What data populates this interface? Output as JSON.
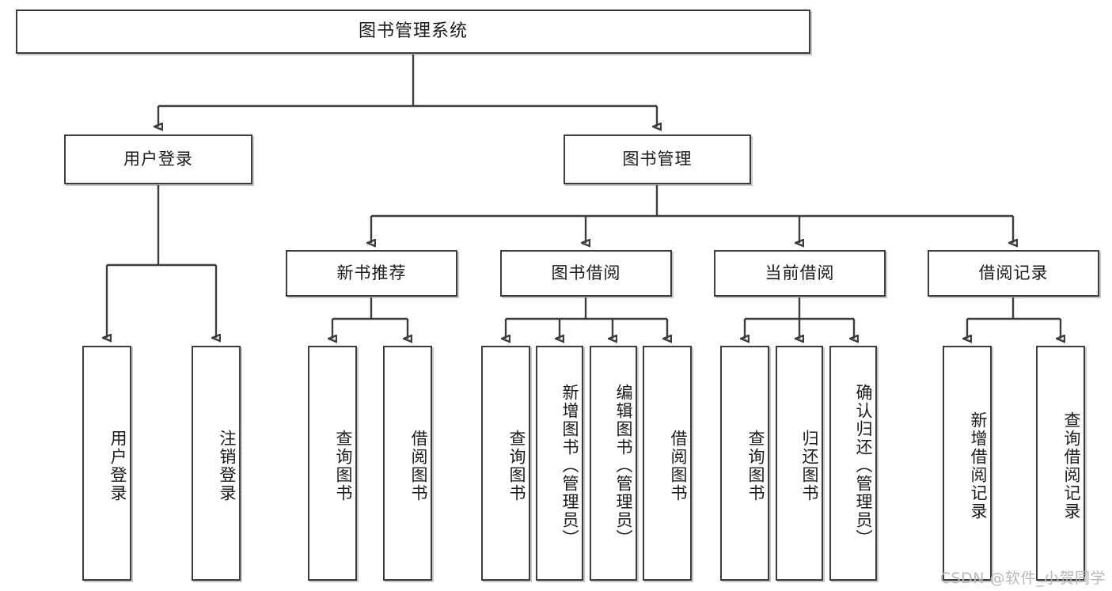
{
  "diagram": {
    "title_node": {
      "label": "图书管理系统"
    },
    "level2": [
      {
        "id": "user-login",
        "label": "用户登录"
      },
      {
        "id": "book-management",
        "label": "图书管理"
      }
    ],
    "level3": [
      {
        "id": "new-book-recommend",
        "label": "新书推荐"
      },
      {
        "id": "book-borrow",
        "label": "图书借阅"
      },
      {
        "id": "current-borrow",
        "label": "当前借阅"
      },
      {
        "id": "borrow-record",
        "label": "借阅记录"
      }
    ],
    "leaves": {
      "user_login": [
        {
          "id": "leaf-user-login",
          "label": "用户登录"
        },
        {
          "id": "leaf-logout-login",
          "label": "注销登录"
        }
      ],
      "new_book_recommend": [
        {
          "id": "leaf-query-book-1",
          "label": "查询图书"
        },
        {
          "id": "leaf-borrow-book-1",
          "label": "借阅图书"
        }
      ],
      "book_borrow": [
        {
          "id": "leaf-query-book-2",
          "label": "查询图书"
        },
        {
          "id": "leaf-add-book-admin",
          "label": "新增图书（管理员）"
        },
        {
          "id": "leaf-edit-book-admin",
          "label": "编辑图书（管理员）"
        },
        {
          "id": "leaf-borrow-book-2",
          "label": "借阅图书"
        }
      ],
      "current_borrow": [
        {
          "id": "leaf-query-book-3",
          "label": "查询图书"
        },
        {
          "id": "leaf-return-book",
          "label": "归还图书"
        },
        {
          "id": "leaf-confirm-return-admin",
          "label": "确认归还（管理员）"
        }
      ],
      "borrow_record": [
        {
          "id": "leaf-add-borrow-record",
          "label": "新增借阅记录"
        },
        {
          "id": "leaf-query-borrow-record",
          "label": "查询借阅记录"
        }
      ]
    },
    "watermark": "CSDN @软件_小贺同学",
    "colors": {
      "stroke": "#3c3c3c",
      "background": "#ffffff",
      "text": "#1a1a1a",
      "watermark": "#b9b9b9"
    }
  }
}
